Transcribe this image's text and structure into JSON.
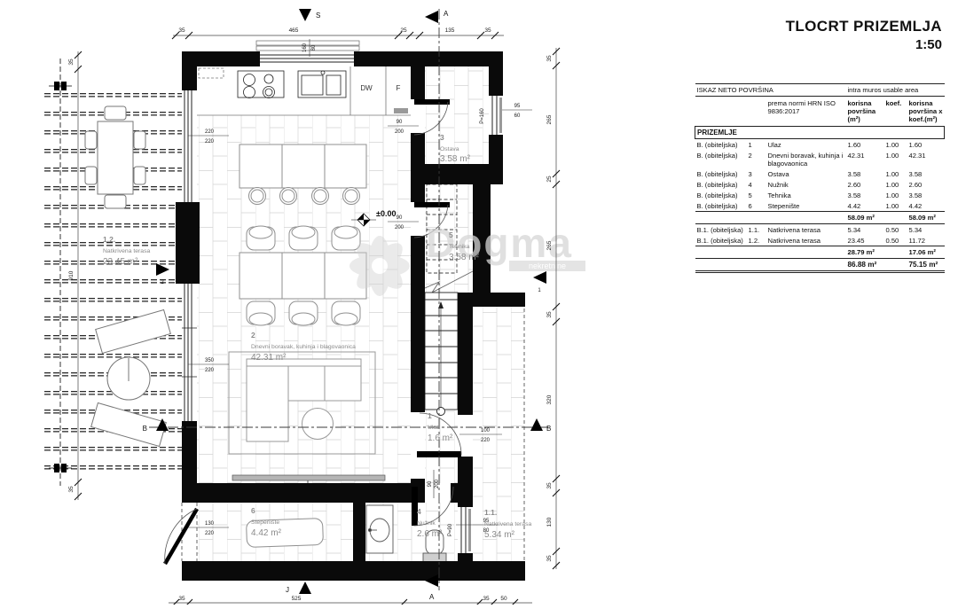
{
  "title": {
    "main": "TLOCRT PRIZEMLJA",
    "scale": "1:50"
  },
  "table": {
    "head_left": "ISKAZ NETO POVRŠINA",
    "head_right": "intra muros usable area",
    "col_norm": "prema normi HRN ISO 9836:2017",
    "col_area": "korisna površina (m²)",
    "col_koef": "koef.",
    "col_result": "korisna površina x koef.(m²)",
    "section": "PRIZEMLJE",
    "rows": [
      {
        "type": "B. (obiteljska)",
        "num": "1",
        "name": "Ulaz",
        "area": "1.60",
        "koef": "1.00",
        "res": "1.60"
      },
      {
        "type": "B. (obiteljska)",
        "num": "2",
        "name": "Dnevni boravak, kuhinja i blagovaonica",
        "area": "42.31",
        "koef": "1.00",
        "res": "42.31"
      },
      {
        "type": "B. (obiteljska)",
        "num": "3",
        "name": "Ostava",
        "area": "3.58",
        "koef": "1.00",
        "res": "3.58"
      },
      {
        "type": "B. (obiteljska)",
        "num": "4",
        "name": "Nužnik",
        "area": "2.60",
        "koef": "1.00",
        "res": "2.60"
      },
      {
        "type": "B. (obiteljska)",
        "num": "5",
        "name": "Tehnika",
        "area": "3.58",
        "koef": "1.00",
        "res": "3.58"
      },
      {
        "type": "B. (obiteljska)",
        "num": "6",
        "name": "Stepenište",
        "area": "4.42",
        "koef": "1.00",
        "res": "4.42"
      },
      {
        "type": "",
        "num": "",
        "name": "",
        "area": "58.09 m²",
        "koef": "",
        "res": "58.09 m²"
      },
      {
        "type": "B.1. (obiteljska)",
        "num": "1.1.",
        "name": "Natkrivena terasa",
        "area": "5.34",
        "koef": "0.50",
        "res": "5.34"
      },
      {
        "type": "B.1. (obiteljska)",
        "num": "1.2.",
        "name": "Natkrivena terasa",
        "area": "23.45",
        "koef": "0.50",
        "res": "11.72"
      },
      {
        "type": "",
        "num": "",
        "name": "",
        "area": "28.79 m²",
        "koef": "",
        "res": "17.06 m²"
      },
      {
        "type": "",
        "num": "",
        "name": "",
        "area": "86.88 m²",
        "koef": "",
        "res": "75.15 m²"
      }
    ]
  },
  "plan": {
    "rooms": {
      "r1": {
        "num": "1",
        "name": "Ulaz",
        "area": "1.6 m²"
      },
      "r2": {
        "num": "2",
        "name": "Dnevni boravak, kuhinja i blagovaonica",
        "area": "42.31 m²"
      },
      "r3": {
        "num": "3",
        "name": "Ostava",
        "area": "3.58 m²"
      },
      "r4": {
        "num": "4",
        "name": "Nužnik",
        "area": "2.6 m²"
      },
      "r5": {
        "num": "5",
        "name": "Tehnika",
        "area": "3.58 m²"
      },
      "r6": {
        "num": "6",
        "name": "Stepenište",
        "area": "4.42 m²"
      },
      "t11": {
        "num": "1.1.",
        "name": "Natkrivena terasa",
        "area": "5.34 m²"
      },
      "t12": {
        "num": "1.2.",
        "name": "Natkrivena terasa",
        "area": "23.45 m²"
      }
    },
    "dims": {
      "t0": "35",
      "t1": "465",
      "t2": "25",
      "t3": "135",
      "t4": "35",
      "b0": "35",
      "b1": "525",
      "b2": "35",
      "b3": "50",
      "l0": "35",
      "l1": "910",
      "l2": "35",
      "r0": "35",
      "r1": "265",
      "r2": "25",
      "r3": "265",
      "r4": "35",
      "r5": "320",
      "r6": "35",
      "r7": "130",
      "r8": "35",
      "w220a": "220",
      "w220b": "220",
      "s350a": "350",
      "s350b": "220",
      "d130a": "130",
      "d130b": "220",
      "od_a": "90",
      "od_b": "200",
      "td_a": "90",
      "td_b": "200",
      "ud_a": "100",
      "ud_b": "220",
      "nd_a": "90",
      "nd_b": "200",
      "ow_a": "95",
      "ow_b": "60",
      "ow_p": "P=160",
      "nw_a": "95",
      "nw_b": "80",
      "nw_p": "P=90",
      "kw_a": "160",
      "kw_b": "80"
    },
    "markers": {
      "north": "S",
      "south": "J",
      "section_a": "A",
      "section_b": "B",
      "level": "±0.00",
      "terrace_entry": "2",
      "main_entry": "1"
    },
    "kitchen": {
      "dw": "DW",
      "f": "F"
    },
    "watermark": {
      "word": "Dogma",
      "sub": "nekretnine"
    }
  }
}
